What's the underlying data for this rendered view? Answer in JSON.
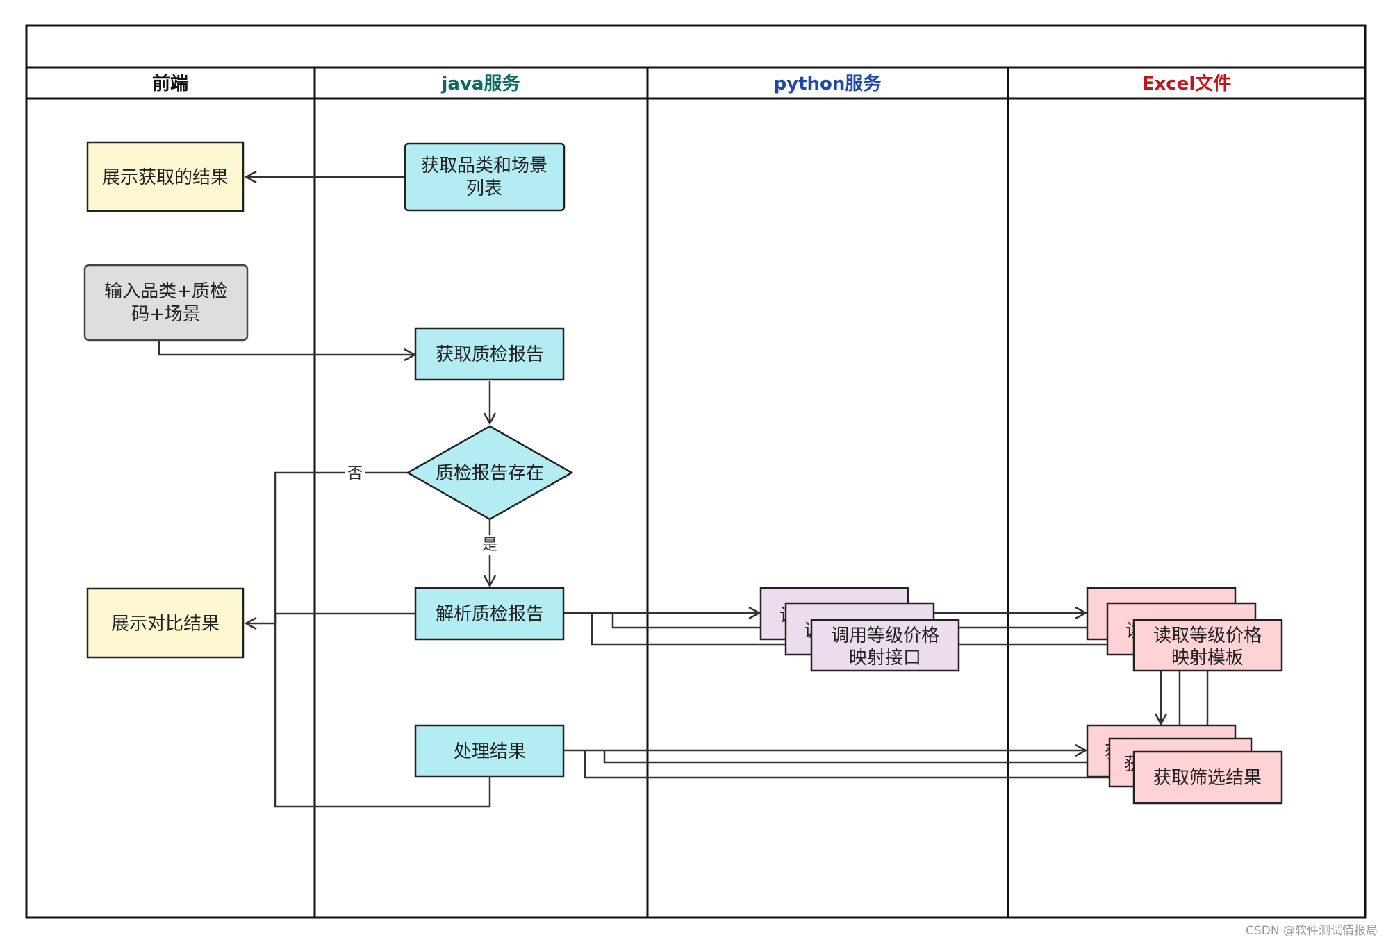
{
  "lanes": [
    {
      "title": "前端",
      "color": "#111111"
    },
    {
      "title": "java服务",
      "color": "#0b6b62"
    },
    {
      "title": "python服务",
      "color": "#1f49a6"
    },
    {
      "title": "Excel文件",
      "color": "#c0161b"
    }
  ],
  "nodes": {
    "show_fetch_result": "展示获取的结果",
    "get_category_scene_line1": "获取品类和场景",
    "get_category_scene_line2": "列表",
    "input_line1": "输入品类+质检",
    "input_line2": "码+场景",
    "get_qc_report": "获取质检报告",
    "qc_report_exists": "质检报告存在",
    "parse_qc_report": "解析质检报告",
    "show_compare_result": "展示对比结果",
    "process_result": "处理结果",
    "call_grade_price_line1": "调用等级价格",
    "call_grade_price_line2": "映射接口",
    "read_grade_price_line1": "读取等级价格",
    "read_grade_price_line2": "映射模板",
    "get_filter_result": "获取筛选结果",
    "stack_peek_call": "调",
    "stack_peek_read": "读",
    "stack_peek_get": "获"
  },
  "edge_labels": {
    "no": "否",
    "yes": "是"
  },
  "colors": {
    "yellow": "#fdf8d2",
    "gray": "#dedede",
    "cyan": "#b3ecf2",
    "purple": "#ecdcee",
    "pink": "#ffd2d6"
  },
  "watermark": "CSDN @软件测试情报局"
}
